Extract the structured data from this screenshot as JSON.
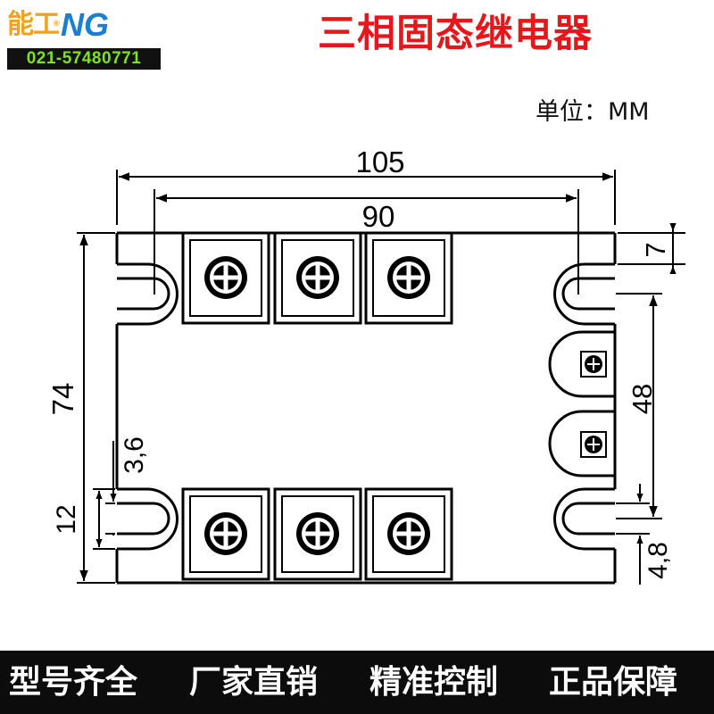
{
  "brand": {
    "logo_cn": "能工",
    "logo_en": "NG",
    "reg_mark": "®",
    "phone": "021-57480771",
    "colors": {
      "logo_cn": "#f2a21a",
      "logo_en": "#1a7fd1",
      "phone_text": "#7ee21f",
      "phone_bg": "#111111"
    }
  },
  "header": {
    "title": "三相固态继电器",
    "title_color": "#e8161b"
  },
  "unit_label": "单位：MM",
  "dimensions": {
    "overall_width": "105",
    "mount_hole_spacing_x": "90",
    "top_to_slot": "7",
    "overall_height": "74",
    "mount_hole_spacing_y": "48",
    "slot_width": "3,6",
    "slot_height": "12",
    "slot_bottom_width": "4,8"
  },
  "footer": {
    "slogans": [
      "型号齐全",
      "厂家直销",
      "精准控制",
      "正品保障"
    ],
    "bg_color": "#0c0c0c",
    "text_color": "#ffffff"
  }
}
